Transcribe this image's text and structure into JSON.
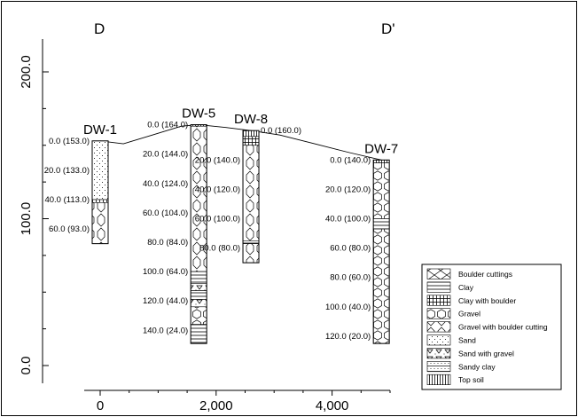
{
  "section": {
    "start_label": "D",
    "end_label": "D'"
  },
  "axes": {
    "x_ticks": [
      {
        "value": 0,
        "label": "0"
      },
      {
        "value": 2000,
        "label": "2,000"
      },
      {
        "value": 4000,
        "label": "4,000"
      }
    ],
    "y_ticks": [
      {
        "value": 0,
        "label": "0.0"
      },
      {
        "value": 100,
        "label": "100.0"
      },
      {
        "value": 200,
        "label": "200.0"
      }
    ]
  },
  "wells": [
    {
      "name": "DW-1",
      "x": 0,
      "top_elev": 153,
      "bottom_elev": 83,
      "depth_labels": [
        "0.0 (153.0)",
        "20.0 (133.0)",
        "40.0 (113.0)",
        "60.0 (93.0)"
      ],
      "layers": [
        {
          "from": 0,
          "to": 40,
          "material": "sand"
        },
        {
          "from": 40,
          "to": 42,
          "material": "clay-with-boulder"
        },
        {
          "from": 42,
          "to": 70,
          "material": "gravel-with-boulder-cutting"
        }
      ]
    },
    {
      "name": "DW-5",
      "x": 1700,
      "top_elev": 164,
      "bottom_elev": 15,
      "depth_labels": [
        "0.0 (164.0)",
        "20.0 (144.0)",
        "40.0 (124.0)",
        "60.0 (104.0)",
        "80.0 (84.0)",
        "100.0 (64.0)",
        "120.0 (44.0)",
        "140.0 (24.0)"
      ],
      "layers": [
        {
          "from": 0,
          "to": 1,
          "material": "top-soil"
        },
        {
          "from": 1,
          "to": 100,
          "material": "gravel-with-boulder-cutting"
        },
        {
          "from": 100,
          "to": 108,
          "material": "clay"
        },
        {
          "from": 108,
          "to": 113,
          "material": "sand-with-gravel"
        },
        {
          "from": 113,
          "to": 119,
          "material": "clay"
        },
        {
          "from": 119,
          "to": 124,
          "material": "sand-with-gravel"
        },
        {
          "from": 124,
          "to": 136,
          "material": "gravel"
        },
        {
          "from": 136,
          "to": 149,
          "material": "clay"
        }
      ]
    },
    {
      "name": "DW-8",
      "x": 2600,
      "top_elev": 160,
      "bottom_elev": 70,
      "depth_labels": [
        "0.0 (160.0)",
        "20.0 (140.0)",
        "40.0 (120.0)",
        "60.0 (100.0)",
        "80.0 (80.0)"
      ],
      "layers": [
        {
          "from": 0,
          "to": 4,
          "material": "top-soil"
        },
        {
          "from": 4,
          "to": 10,
          "material": "clay-with-boulder"
        },
        {
          "from": 10,
          "to": 75,
          "material": "gravel-with-boulder-cutting"
        },
        {
          "from": 75,
          "to": 77,
          "material": "clay"
        },
        {
          "from": 77,
          "to": 90,
          "material": "gravel-with-boulder-cutting"
        }
      ]
    },
    {
      "name": "DW-7",
      "x": 4850,
      "top_elev": 140,
      "bottom_elev": 15,
      "depth_labels": [
        "0.0 (140.0)",
        "20.0 (120.0)",
        "40.0 (100.0)",
        "60.0 (80.0)",
        "80.0 (60.0)",
        "100.0 (40.0)",
        "120.0 (20.0)"
      ],
      "layers": [
        {
          "from": 0,
          "to": 2,
          "material": "top-soil"
        },
        {
          "from": 2,
          "to": 40,
          "material": "gravel"
        },
        {
          "from": 40,
          "to": 47,
          "material": "clay"
        },
        {
          "from": 47,
          "to": 125,
          "material": "gravel"
        }
      ]
    }
  ],
  "ground_surface": [
    {
      "x": 0,
      "elev": 153
    },
    {
      "x": 400,
      "elev": 151
    },
    {
      "x": 900,
      "elev": 157
    },
    {
      "x": 1400,
      "elev": 163
    },
    {
      "x": 1700,
      "elev": 164
    },
    {
      "x": 2200,
      "elev": 162
    },
    {
      "x": 2600,
      "elev": 160
    },
    {
      "x": 3100,
      "elev": 157
    },
    {
      "x": 3700,
      "elev": 151
    },
    {
      "x": 4300,
      "elev": 145
    },
    {
      "x": 4850,
      "elev": 140
    }
  ],
  "legend": [
    {
      "label": "Boulder cuttings",
      "material": "boulder-cuttings"
    },
    {
      "label": "Clay",
      "material": "clay"
    },
    {
      "label": "Clay with boulder",
      "material": "clay-with-boulder"
    },
    {
      "label": "Gravel",
      "material": "gravel"
    },
    {
      "label": "Gravel with boulder cutting",
      "material": "gravel-with-boulder-cutting"
    },
    {
      "label": "Sand",
      "material": "sand"
    },
    {
      "label": "Sand with gravel",
      "material": "sand-with-gravel"
    },
    {
      "label": "Sandy clay",
      "material": "sandy-clay"
    },
    {
      "label": "Top soil",
      "material": "top-soil"
    }
  ]
}
